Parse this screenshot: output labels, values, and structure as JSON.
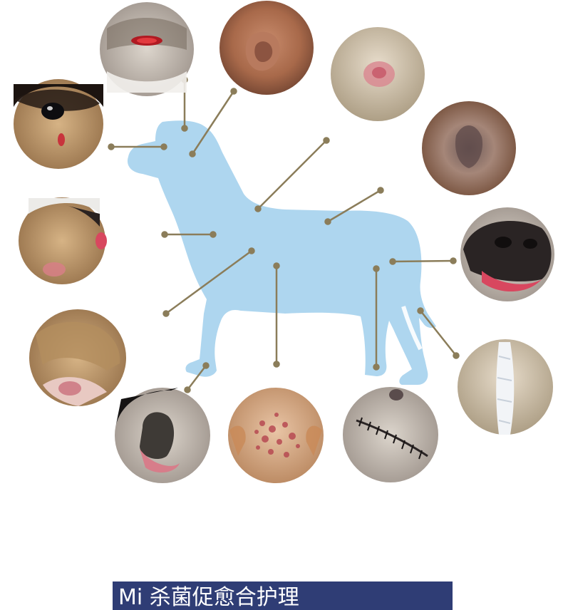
{
  "banner": {
    "text": "Mi 杀菌促愈合护理"
  },
  "colors": {
    "silhouette": "#aed6ef",
    "leader": "#8b7d5a",
    "banner_bg": "#2f3d75"
  },
  "photos": [
    {
      "name": "head-wound-photo",
      "desc": "wound"
    },
    {
      "name": "ear-photo",
      "desc": "ear"
    },
    {
      "name": "back-lesion-photo",
      "desc": "lesion"
    },
    {
      "name": "hair-loss-photo",
      "desc": "alopecia"
    },
    {
      "name": "eye-photo",
      "desc": "eye"
    },
    {
      "name": "cheek-photo",
      "desc": "cheek"
    },
    {
      "name": "paw-pad-photo",
      "desc": "paw"
    },
    {
      "name": "nose-photo",
      "desc": "nose"
    },
    {
      "name": "belly-rash-photo",
      "desc": "belly"
    },
    {
      "name": "surgical-suture-photo",
      "desc": "suture"
    },
    {
      "name": "tail-bandage-photo",
      "desc": "tail"
    },
    {
      "name": "chest-lesion-photo",
      "desc": "chest"
    },
    {
      "name": "genital-photo",
      "desc": "genital"
    }
  ]
}
